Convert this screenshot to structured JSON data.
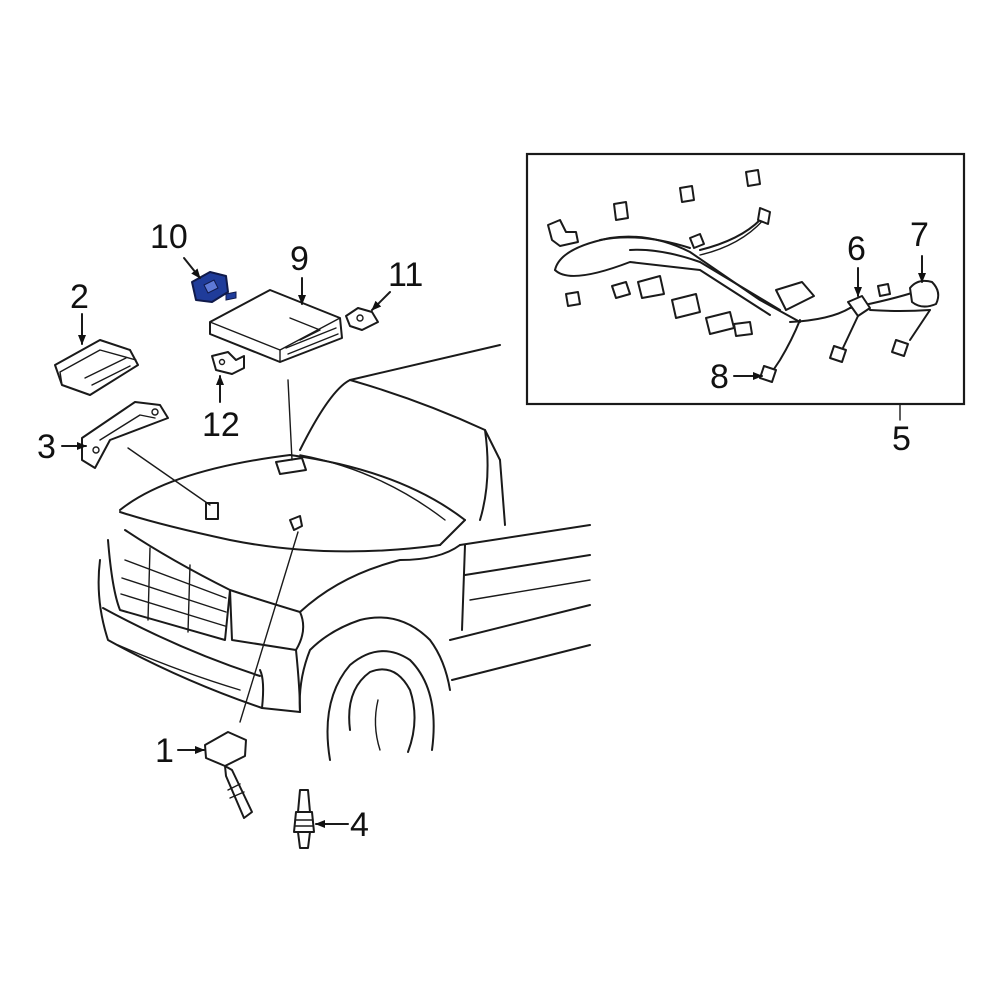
{
  "highlight_color": "#1f3c9a",
  "callouts": [
    {
      "id": "1",
      "label": "1"
    },
    {
      "id": "2",
      "label": "2"
    },
    {
      "id": "3",
      "label": "3"
    },
    {
      "id": "4",
      "label": "4"
    },
    {
      "id": "5",
      "label": "5"
    },
    {
      "id": "6",
      "label": "6"
    },
    {
      "id": "7",
      "label": "7"
    },
    {
      "id": "8",
      "label": "8"
    },
    {
      "id": "9",
      "label": "9"
    },
    {
      "id": "10",
      "label": "10"
    },
    {
      "id": "11",
      "label": "11"
    },
    {
      "id": "12",
      "label": "12"
    }
  ],
  "highlighted_part": "10"
}
